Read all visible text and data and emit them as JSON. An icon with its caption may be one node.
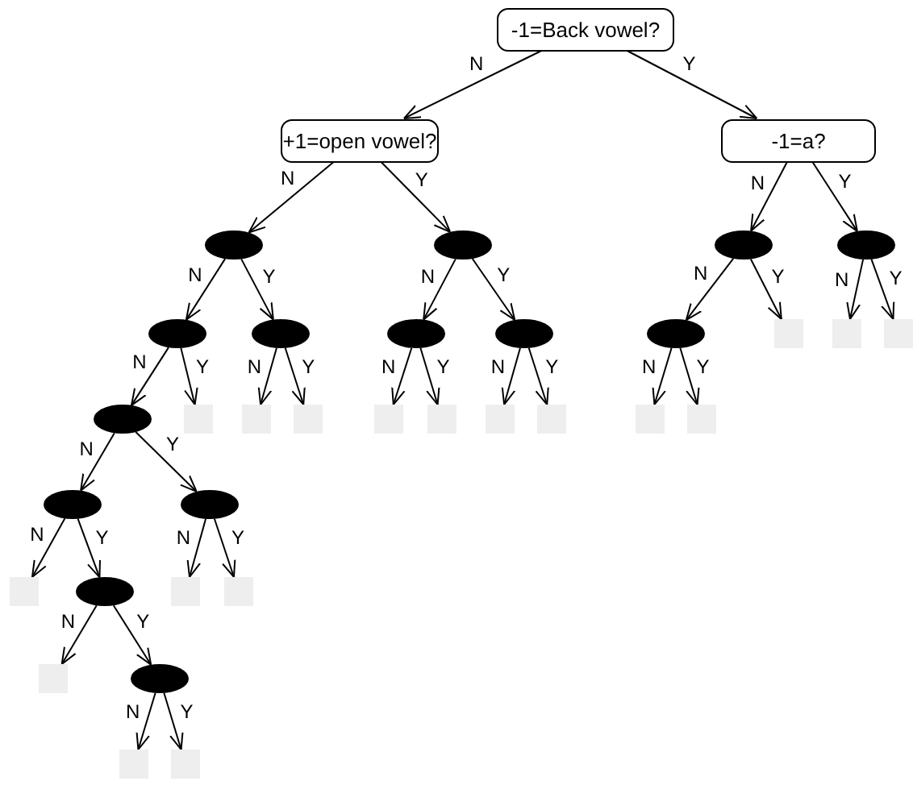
{
  "diagram": {
    "nodes": [
      {
        "text": [
          "-1=Back vowel?"
        ]
      },
      {
        "text": [
          "+1=open vowel?"
        ]
      },
      {
        "text": [
          "-1=a?"
        ]
      },
      {
        "text": [],
        "shape": "ellipse"
      },
      {
        "text": [],
        "shape": "ellipse"
      },
      {
        "text": [],
        "shape": "ellipse"
      },
      {
        "text": [],
        "shape": "ellipse"
      },
      {
        "text": [],
        "shape": "ellipse"
      },
      {
        "text": [],
        "shape": "ellipse"
      },
      {
        "text": [],
        "shape": "ellipse"
      },
      {
        "text": [],
        "shape": "ellipse"
      },
      {
        "text": [],
        "shape": "ellipse"
      },
      {
        "text": [],
        "shape": "box"
      },
      {
        "text": [],
        "shape": "box"
      },
      {
        "text": [],
        "shape": "box"
      },
      {
        "text": [],
        "shape": "ellipse"
      },
      {
        "text": [],
        "shape": "box"
      },
      {
        "text": [],
        "shape": "box"
      },
      {
        "text": [],
        "shape": "box"
      },
      {
        "text": [],
        "shape": "box"
      },
      {
        "text": [],
        "shape": "box"
      },
      {
        "text": [],
        "shape": "box"
      },
      {
        "text": [],
        "shape": "box"
      },
      {
        "text": [],
        "shape": "box"
      },
      {
        "text": [],
        "shape": "box"
      },
      {
        "text": [],
        "shape": "ellipse"
      },
      {
        "text": [],
        "shape": "ellipse"
      },
      {
        "text": [],
        "shape": "box"
      },
      {
        "text": [],
        "shape": "ellipse"
      },
      {
        "text": [],
        "shape": "box"
      },
      {
        "text": [],
        "shape": "box"
      },
      {
        "text": [],
        "shape": "box"
      },
      {
        "text": [],
        "shape": "ellipse"
      },
      {
        "text": [],
        "shape": "box"
      },
      {
        "text": [],
        "shape": "box"
      }
    ],
    "edges": [
      {
        "from": 0,
        "to": 1,
        "arrow": "to",
        "label": "N"
      },
      {
        "from": 0,
        "to": 2,
        "arrow": "to",
        "label": "Y"
      },
      {
        "from": 1,
        "to": 3,
        "arrow": "to",
        "label": "N"
      },
      {
        "from": 1,
        "to": 4,
        "arrow": "to",
        "label": "Y"
      },
      {
        "from": 2,
        "to": 5,
        "arrow": "to",
        "label": "N"
      },
      {
        "from": 2,
        "to": 6,
        "arrow": "to",
        "label": "Y"
      },
      {
        "from": 3,
        "to": 7,
        "arrow": "to",
        "label": "N"
      },
      {
        "from": 3,
        "to": 8,
        "arrow": "to",
        "label": "Y"
      },
      {
        "from": 4,
        "to": 9,
        "arrow": "to",
        "label": "N"
      },
      {
        "from": 4,
        "to": 10,
        "arrow": "to",
        "label": "Y"
      },
      {
        "from": 5,
        "to": 11,
        "arrow": "to",
        "label": "N"
      },
      {
        "from": 5,
        "to": 12,
        "arrow": "to",
        "label": "Y"
      },
      {
        "from": 6,
        "to": 13,
        "arrow": "to",
        "label": "N"
      },
      {
        "from": 6,
        "to": 14,
        "arrow": "to",
        "label": "Y"
      },
      {
        "from": 7,
        "to": 15,
        "arrow": "to",
        "label": "N"
      },
      {
        "from": 7,
        "to": 16,
        "arrow": "to",
        "label": "Y"
      },
      {
        "from": 8,
        "to": 17,
        "arrow": "to",
        "label": "N"
      },
      {
        "from": 8,
        "to": 18,
        "arrow": "to",
        "label": "Y"
      },
      {
        "from": 9,
        "to": 19,
        "arrow": "to",
        "label": "N"
      },
      {
        "from": 9,
        "to": 20,
        "arrow": "to",
        "label": "Y"
      },
      {
        "from": 10,
        "to": 21,
        "arrow": "to",
        "label": "N"
      },
      {
        "from": 10,
        "to": 22,
        "arrow": "to",
        "label": "Y"
      },
      {
        "from": 11,
        "to": 23,
        "arrow": "to",
        "label": "N"
      },
      {
        "from": 11,
        "to": 24,
        "arrow": "to",
        "label": "Y"
      },
      {
        "from": 15,
        "to": 25,
        "arrow": "to",
        "label": "N"
      },
      {
        "from": 15,
        "to": 26,
        "arrow": "to",
        "label": "Y"
      },
      {
        "from": 25,
        "to": 27,
        "arrow": "to",
        "label": "N"
      },
      {
        "from": 25,
        "to": 28,
        "arrow": "to",
        "label": "Y"
      },
      {
        "from": 26,
        "to": 29,
        "arrow": "to",
        "label": "N"
      },
      {
        "from": 26,
        "to": 30,
        "arrow": "to",
        "label": "Y"
      },
      {
        "from": 28,
        "to": 31,
        "arrow": "to",
        "label": "N"
      },
      {
        "from": 28,
        "to": 32,
        "arrow": "to",
        "label": "Y"
      },
      {
        "from": 32,
        "to": 33,
        "arrow": "to",
        "label": "N"
      },
      {
        "from": 32,
        "to": 34,
        "arrow": "to",
        "label": "Y"
      }
    ]
  }
}
